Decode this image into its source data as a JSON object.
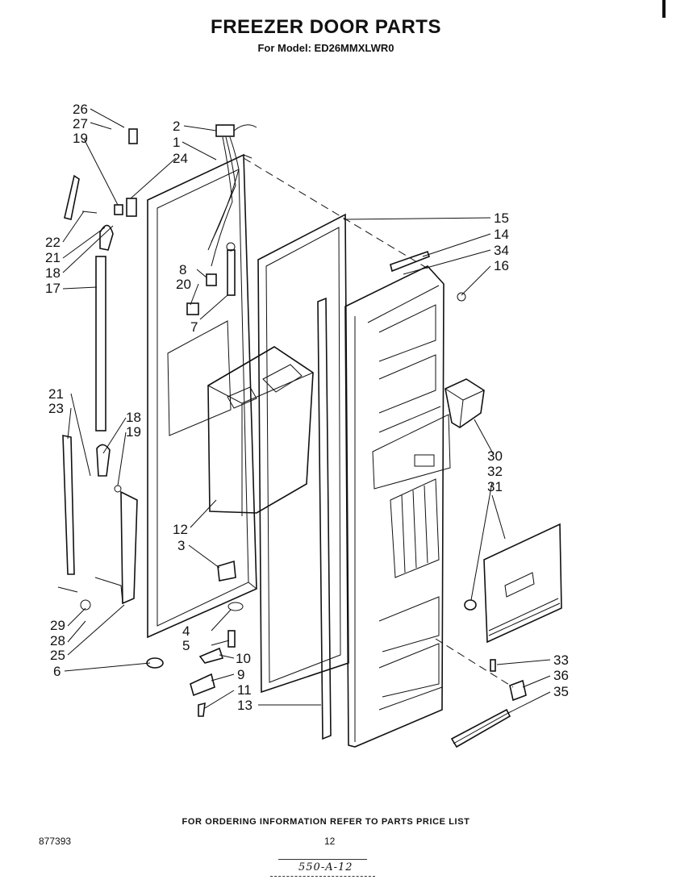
{
  "header": {
    "title": "FREEZER DOOR PARTS",
    "model_line": "For Model: ED26MMXLWR0"
  },
  "callouts": [
    "26",
    "27",
    "19",
    "22",
    "21",
    "18",
    "17",
    "21",
    "23",
    "18",
    "19",
    "29",
    "28",
    "25",
    "6",
    "2",
    "1",
    "24",
    "8",
    "20",
    "7",
    "12",
    "3",
    "4",
    "5",
    "10",
    "9",
    "11",
    "13",
    "15",
    "14",
    "34",
    "16",
    "30",
    "32",
    "31",
    "33",
    "36",
    "35"
  ],
  "footer": {
    "ordering_note": "FOR ORDERING INFORMATION REFER TO PARTS PRICE LIST",
    "doc_number": "877393",
    "page_number": "12",
    "handwritten_ref": "550-A-12"
  }
}
